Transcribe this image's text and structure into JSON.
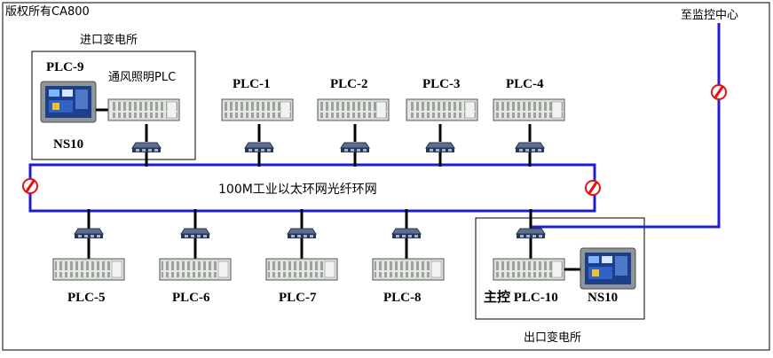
{
  "copyright": "版权所有CA800",
  "monitoring_center": "至监控中心",
  "inlet_substation": {
    "title": "进口变电所",
    "plc": "PLC-9",
    "hmi": "NS10",
    "vent_plc": "通风照明PLC"
  },
  "outlet_substation": {
    "title": "出口变电所",
    "main_plc": "主控 PLC-10",
    "hmi": "NS10"
  },
  "ring_network": "100M工业以太环网光纤环网",
  "top_plcs": [
    "PLC-1",
    "PLC-2",
    "PLC-3",
    "PLC-4"
  ],
  "bottom_plcs": [
    "PLC-5",
    "PLC-6",
    "PLC-7",
    "PLC-8"
  ],
  "colors": {
    "ring": "#1f1fd0",
    "connector": "#e81010",
    "switch": "#3a4a6a"
  }
}
